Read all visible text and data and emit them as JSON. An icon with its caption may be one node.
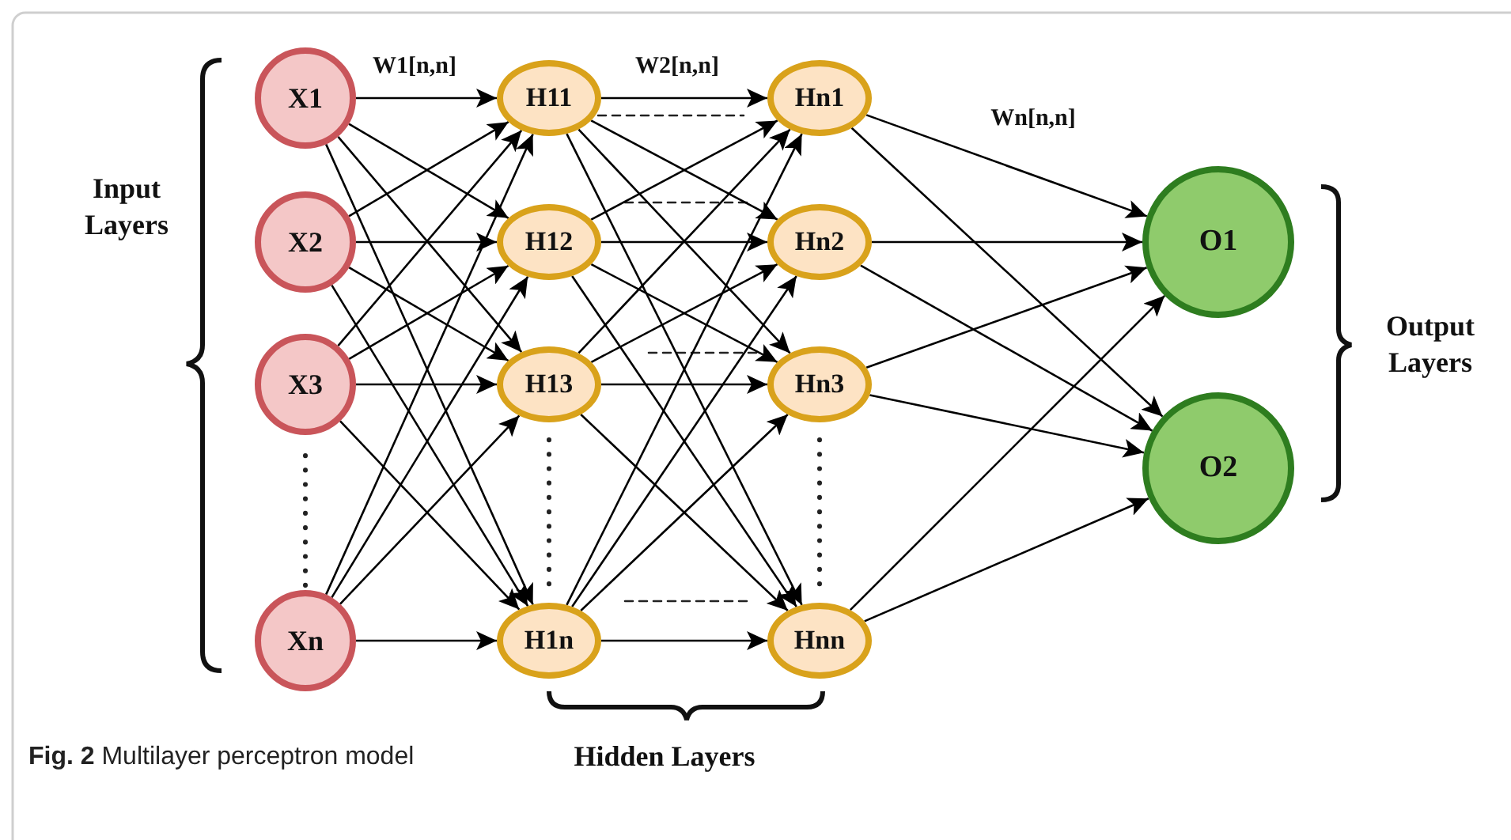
{
  "diagram": {
    "caption": "**Fig. 2** Multilayer perceptron model",
    "nodes": [
      {
        "text": [
          "X1"
        ]
      },
      {
        "text": [
          "X2"
        ]
      },
      {
        "text": [
          "X3"
        ]
      },
      {
        "text": [
          "Xn"
        ]
      },
      {
        "text": [
          "H11"
        ]
      },
      {
        "text": [
          "H12"
        ]
      },
      {
        "text": [
          "H13"
        ]
      },
      {
        "text": [
          "H1n"
        ]
      },
      {
        "text": [
          "Hn1"
        ]
      },
      {
        "text": [
          "Hn2"
        ]
      },
      {
        "text": [
          "Hn3"
        ]
      },
      {
        "text": [
          "Hnn"
        ]
      },
      {
        "text": [
          "O1"
        ]
      },
      {
        "text": [
          "O2"
        ]
      }
    ],
    "edges": [
      {
        "from": 0,
        "to": 4,
        "arrow": "to"
      },
      {
        "from": 0,
        "to": 5,
        "arrow": "to"
      },
      {
        "from": 0,
        "to": 6,
        "arrow": "to"
      },
      {
        "from": 0,
        "to": 7,
        "arrow": "to"
      },
      {
        "from": 1,
        "to": 4,
        "arrow": "to"
      },
      {
        "from": 1,
        "to": 5,
        "arrow": "to"
      },
      {
        "from": 1,
        "to": 6,
        "arrow": "to"
      },
      {
        "from": 1,
        "to": 7,
        "arrow": "to"
      },
      {
        "from": 2,
        "to": 4,
        "arrow": "to"
      },
      {
        "from": 2,
        "to": 5,
        "arrow": "to"
      },
      {
        "from": 2,
        "to": 6,
        "arrow": "to"
      },
      {
        "from": 2,
        "to": 7,
        "arrow": "to"
      },
      {
        "from": 3,
        "to": 4,
        "arrow": "to"
      },
      {
        "from": 3,
        "to": 5,
        "arrow": "to"
      },
      {
        "from": 3,
        "to": 6,
        "arrow": "to"
      },
      {
        "from": 3,
        "to": 7,
        "arrow": "to"
      },
      {
        "from": 4,
        "to": 8,
        "arrow": "to"
      },
      {
        "from": 4,
        "to": 9,
        "arrow": "to"
      },
      {
        "from": 4,
        "to": 10,
        "arrow": "to"
      },
      {
        "from": 4,
        "to": 11,
        "arrow": "to"
      },
      {
        "from": 5,
        "to": 8,
        "arrow": "to"
      },
      {
        "from": 5,
        "to": 9,
        "arrow": "to"
      },
      {
        "from": 5,
        "to": 10,
        "arrow": "to"
      },
      {
        "from": 5,
        "to": 11,
        "arrow": "to"
      },
      {
        "from": 6,
        "to": 8,
        "arrow": "to"
      },
      {
        "from": 6,
        "to": 9,
        "arrow": "to"
      },
      {
        "from": 6,
        "to": 10,
        "arrow": "to"
      },
      {
        "from": 6,
        "to": 11,
        "arrow": "to"
      },
      {
        "from": 7,
        "to": 8,
        "arrow": "to"
      },
      {
        "from": 7,
        "to": 9,
        "arrow": "to"
      },
      {
        "from": 7,
        "to": 10,
        "arrow": "to"
      },
      {
        "from": 7,
        "to": 11,
        "arrow": "to"
      },
      {
        "from": 8,
        "to": 12,
        "arrow": "to"
      },
      {
        "from": 8,
        "to": 13,
        "arrow": "to"
      },
      {
        "from": 9,
        "to": 12,
        "arrow": "to"
      },
      {
        "from": 9,
        "to": 13,
        "arrow": "to"
      },
      {
        "from": 10,
        "to": 12,
        "arrow": "to"
      },
      {
        "from": 10,
        "to": 13,
        "arrow": "to"
      },
      {
        "from": 11,
        "to": 12,
        "arrow": "to"
      },
      {
        "from": 11,
        "to": 13,
        "arrow": "to"
      }
    ],
    "labels": [
      "Input Layers",
      "W1[n,n]",
      "W2[n,n]",
      "Wn[n,n]",
      "Output Layers",
      "Hidden Layers"
    ]
  }
}
